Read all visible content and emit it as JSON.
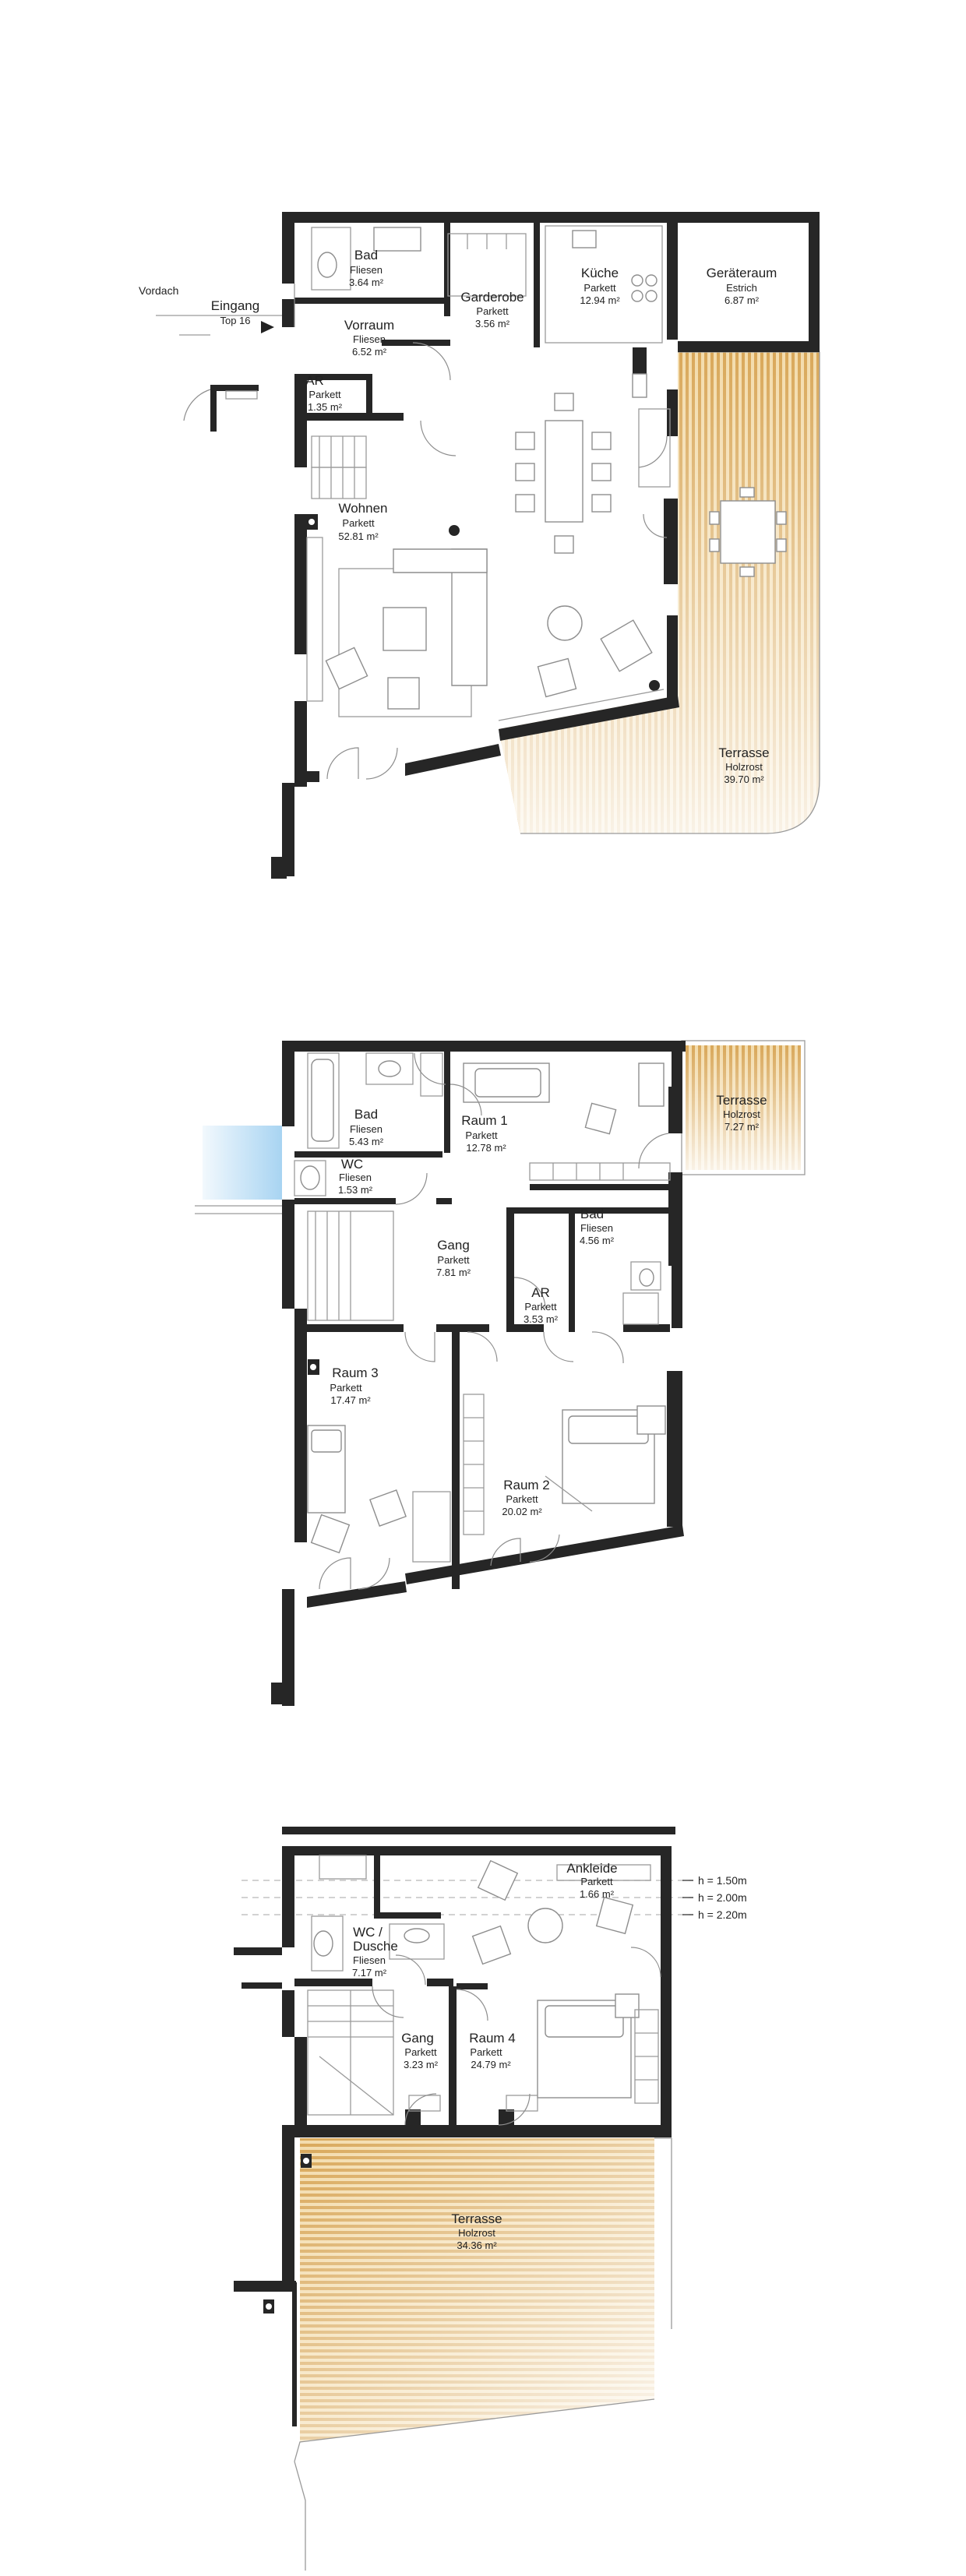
{
  "floor1": {
    "rooms": {
      "bad": {
        "name": "Bad",
        "material": "Fliesen",
        "area": "3.64 m²"
      },
      "vorraum": {
        "name": "Vorraum",
        "material": "Fliesen",
        "area": "6.52 m²"
      },
      "garderobe": {
        "name": "Garderobe",
        "material": "Parkett",
        "area": "3.56 m²"
      },
      "kueche": {
        "name": "Küche",
        "material": "Parkett",
        "area": "12.94 m²"
      },
      "geraeteraum": {
        "name": "Geräteraum",
        "material": "Estrich",
        "area": "6.87 m²"
      },
      "ar": {
        "name": "AR",
        "material": "Parkett",
        "area": "1.35 m²"
      },
      "wohnen": {
        "name": "Wohnen",
        "material": "Parkett",
        "area": "52.81 m²"
      },
      "terrasse": {
        "name": "Terrasse",
        "material": "Holzrost",
        "area": "39.70 m²"
      }
    },
    "vordach": "Vordach",
    "eingang": "Eingang",
    "top": "Top 16"
  },
  "floor2": {
    "rooms": {
      "bad1": {
        "name": "Bad",
        "material": "Fliesen",
        "area": "5.43 m²"
      },
      "raum1": {
        "name": "Raum 1",
        "material": "Parkett",
        "area": "12.78 m²"
      },
      "terrasse": {
        "name": "Terrasse",
        "material": "Holzrost",
        "area": "7.27 m²"
      },
      "wc": {
        "name": "WC",
        "material": "Fliesen",
        "area": "1.53 m²"
      },
      "gang": {
        "name": "Gang",
        "material": "Parkett",
        "area": "7.81 m²"
      },
      "bad2": {
        "name": "Bad",
        "material": "Fliesen",
        "area": "4.56 m²"
      },
      "ar": {
        "name": "AR",
        "material": "Parkett",
        "area": "3.53 m²"
      },
      "raum3": {
        "name": "Raum 3",
        "material": "Parkett",
        "area": "17.47 m²"
      },
      "raum2": {
        "name": "Raum 2",
        "material": "Parkett",
        "area": "20.02 m²"
      }
    }
  },
  "floor3": {
    "rooms": {
      "ankleide": {
        "name": "Ankleide",
        "material": "Parkett",
        "area": "1.66 m²"
      },
      "wc": {
        "name_line1": "WC /",
        "name_line2": "Dusche",
        "material": "Fliesen",
        "area": "7.17 m²"
      },
      "gang": {
        "name": "Gang",
        "material": "Parkett",
        "area": "3.23 m²"
      },
      "raum4": {
        "name": "Raum 4",
        "material": "Parkett",
        "area": "24.79 m²"
      },
      "terrasse": {
        "name": "Terrasse",
        "material": "Holzrost",
        "area": "34.36 m²"
      }
    },
    "heights": [
      "h = 1.50m",
      "h = 2.00m",
      "h = 2.20m"
    ]
  },
  "colors": {
    "wall": "#262626",
    "terrace_wood": "#d9a85a",
    "terrace_light": "#f4dfb2",
    "window_blue": "#a8d4f2"
  }
}
